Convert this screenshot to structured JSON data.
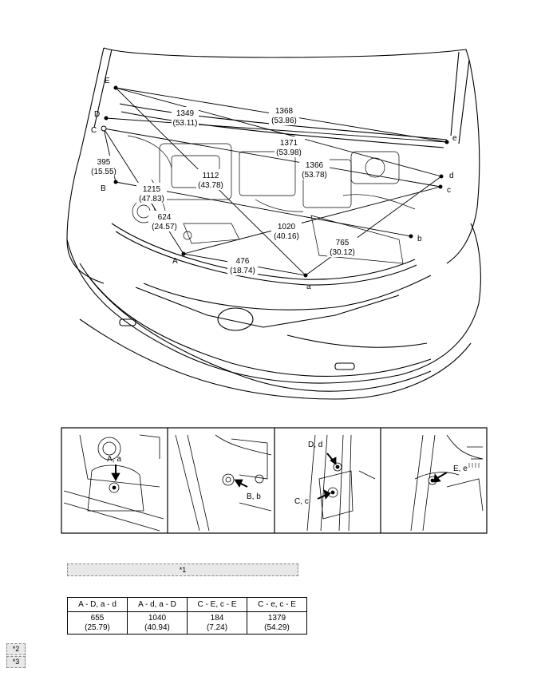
{
  "main_points": {
    "A": "A",
    "B": "B",
    "C": "C",
    "D": "D",
    "E": "E",
    "a": "a",
    "b": "b",
    "c": "c",
    "d": "d",
    "e": "e"
  },
  "main_dims": [
    {
      "mm": "1349",
      "in": "(53.11)"
    },
    {
      "mm": "1368",
      "in": "(53.86)"
    },
    {
      "mm": "1371",
      "in": "(53.98)"
    },
    {
      "mm": "1366",
      "in": "(53.78)"
    },
    {
      "mm": "1112",
      "in": "(43.78)"
    },
    {
      "mm": "395",
      "in": "(15.55)"
    },
    {
      "mm": "1215",
      "in": "(47.83)"
    },
    {
      "mm": "624",
      "in": "(24.57)"
    },
    {
      "mm": "1020",
      "in": "(40.16)"
    },
    {
      "mm": "765",
      "in": "(30.12)"
    },
    {
      "mm": "476",
      "in": "(18.74)"
    }
  ],
  "detail_labels": {
    "panel1": "A, a",
    "panel2": "B, b",
    "panel3_top": "D, d",
    "panel3_bottom": "C, c",
    "panel4": "E, e"
  },
  "callout_1": "*1",
  "table": {
    "headers": [
      "A - D, a - d",
      "A - d, a - D",
      "C - E, c - E",
      "C - e, c - E"
    ],
    "mm": [
      "655",
      "1040",
      "184",
      "1379"
    ],
    "in": [
      "(25.79)",
      "(40.94)",
      "(7.24)",
      "(54.29)"
    ]
  },
  "marks": {
    "m2": "*2",
    "m3": "*3"
  }
}
